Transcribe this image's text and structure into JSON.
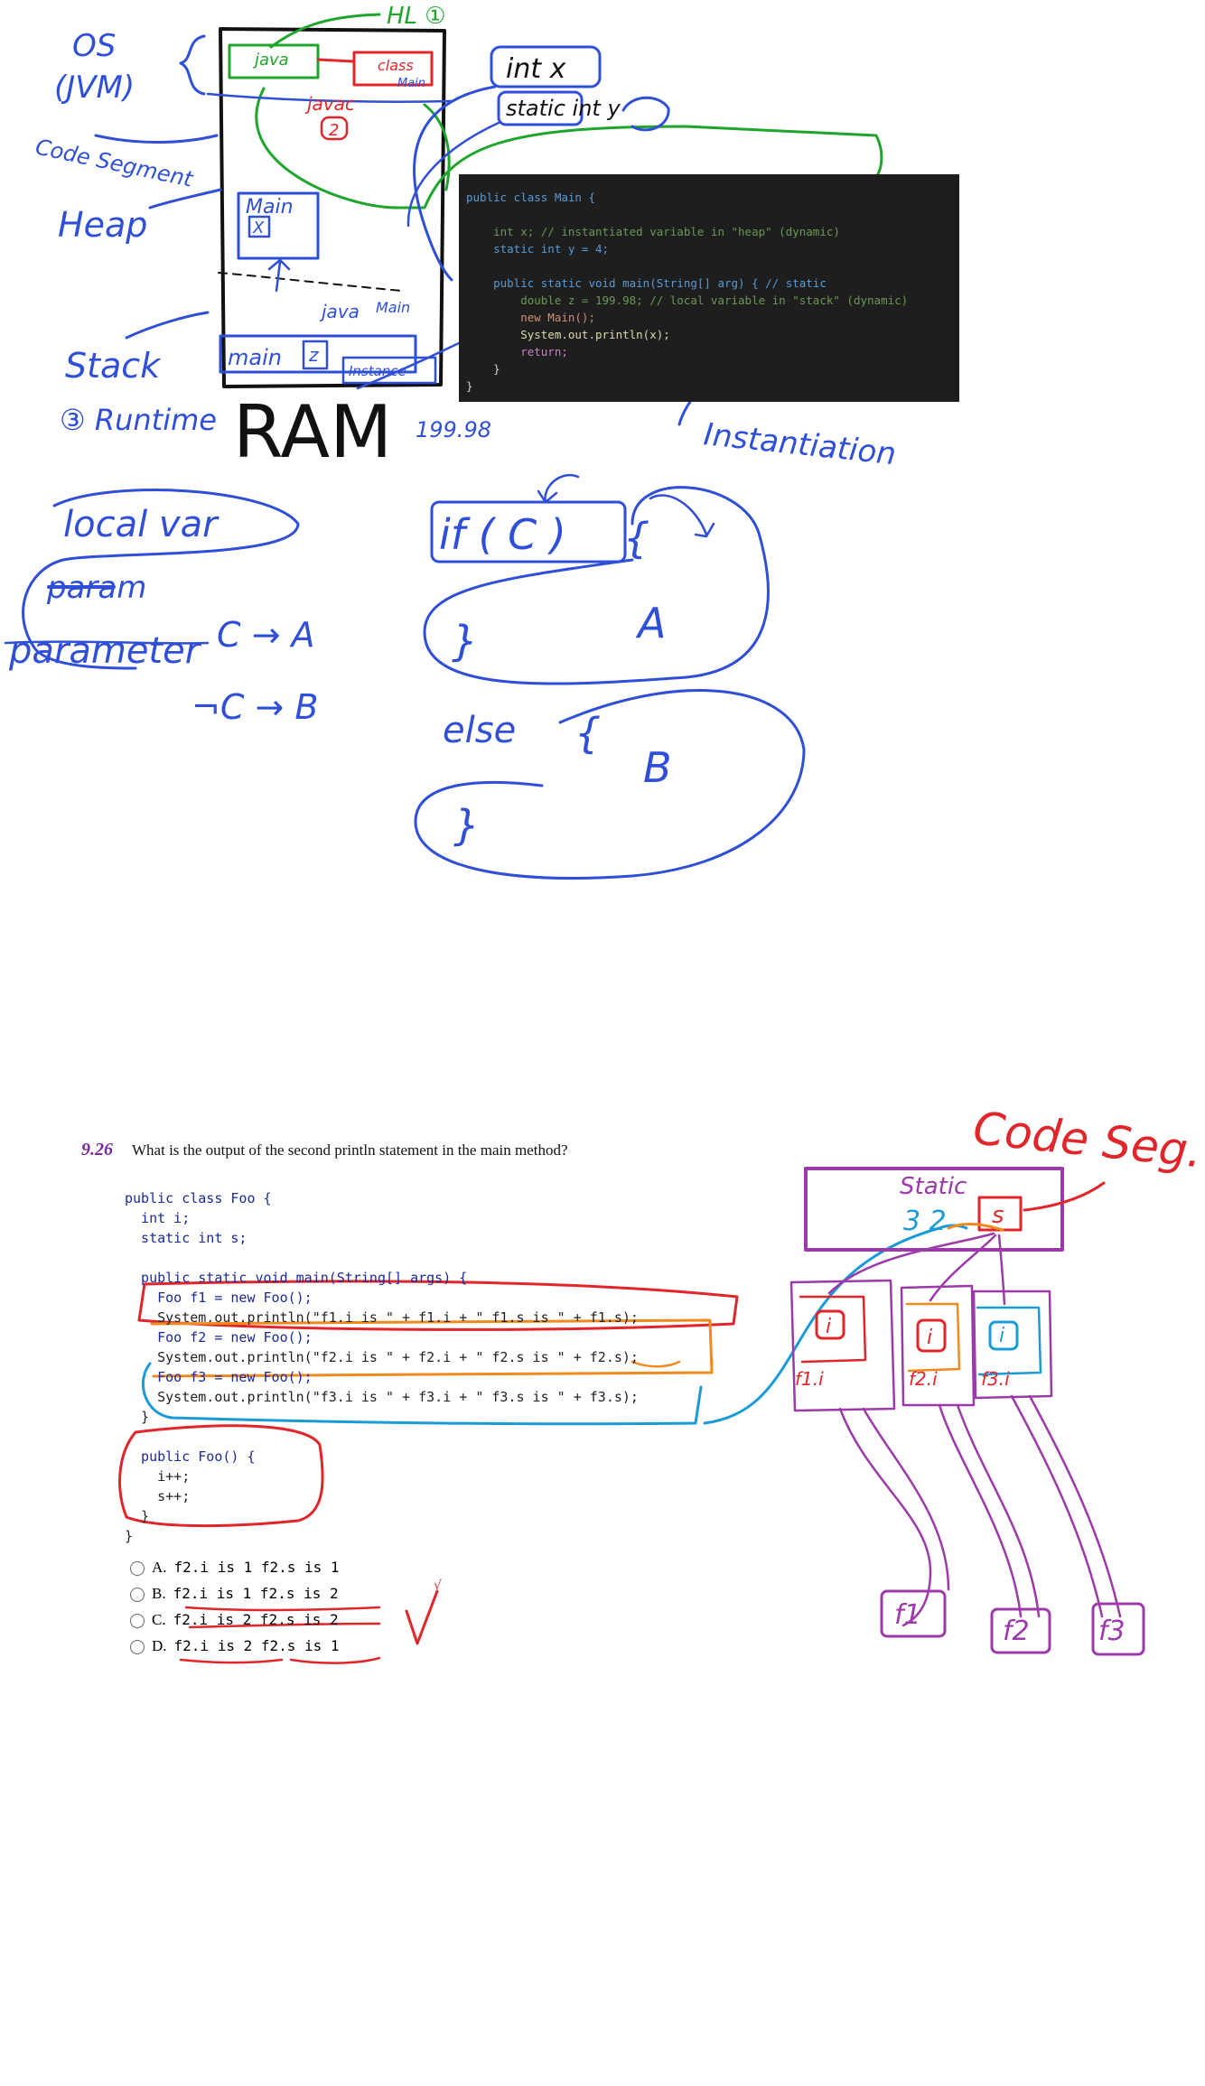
{
  "colors": {
    "ink_blue": "#2f4fd8",
    "ink_red": "#e0252b",
    "ink_green": "#1ea52c",
    "ink_orange": "#f08a1e",
    "ink_purple": "#9b3aa8",
    "ink_cyan": "#1b9ad8",
    "ink_black": "#111111",
    "code_bg": "#1e1e1e",
    "question_purple": "#7a2a9a"
  },
  "top_notes": {
    "hl": "HL ①",
    "os": "OS",
    "jvm": "(JVM)",
    "code_segment": "Code Segment",
    "heap": "Heap",
    "stack": "Stack",
    "runtime": "③ Runtime",
    "ram": "RAM",
    "java_top": "java",
    "javac": "javac",
    "javac_num": "2",
    "class_label": "class",
    "main_small": "Main",
    "heap_main": "Main",
    "heap_x": "X",
    "java_mid": "java",
    "main_mid": "Main",
    "stack_main": "main",
    "stack_z": "z",
    "stack_instance": "Instance",
    "value_19998": "199.98",
    "int_x": "int x",
    "static_int_y": "static int y",
    "instantiation": "Instantiation",
    "local_var": "local var",
    "param_struck": "param",
    "parameter": "parameter",
    "c_to_a": "C → A",
    "not_c_to_b": "¬C → B",
    "if_c": "if ( C )",
    "brace_open_1": "{",
    "brace_close_1": "}",
    "else_word": "else",
    "brace_open_2": "{",
    "brace_close_2": "}",
    "label_a": "A",
    "label_b": "B"
  },
  "code_panel": {
    "lines": [
      "public class Main {",
      "",
      "    int x; // instantiated variable in \"heap\" (dynamic)",
      "    static int y = 4;",
      "",
      "    public static void main(String[] arg) { // static",
      "        double z = 199.98; // local variable in \"stack\" (dynamic)",
      "        new Main();",
      "        System.out.println(x);",
      "        return;",
      "    }",
      "}"
    ]
  },
  "question": {
    "number": "9.26",
    "text": "What is the output of the second println statement in the main method?",
    "code_lines": [
      "public class Foo {",
      "  int i;",
      "  static int s;",
      "",
      "  public static void main(String[] args) {",
      "    Foo f1 = new Foo();",
      "    System.out.println(\"f1.i is \" + f1.i + \" f1.s is \" + f1.s);",
      "    Foo f2 = new Foo();",
      "    System.out.println(\"f2.i is \" + f2.i + \" f2.s is \" + f2.s);",
      "    Foo f3 = new Foo();",
      "    System.out.println(\"f3.i is \" + f3.i + \" f3.s is \" + f3.s);",
      "  }",
      "",
      "  public Foo() {",
      "    i++;",
      "    s++;",
      "  }",
      "}"
    ],
    "options": [
      {
        "letter": "A.",
        "text": "f2.i is 1 f2.s is 1"
      },
      {
        "letter": "B.",
        "text": "f2.i is 1 f2.s is 2"
      },
      {
        "letter": "C.",
        "text": "f2.i is 2 f2.s is 2"
      },
      {
        "letter": "D.",
        "text": "f2.i is 2 f2.s is 1"
      }
    ],
    "checkmark": "√"
  },
  "bottom_notes": {
    "code_seg": "Code Seg.",
    "static_label": "Static",
    "static_counts": "3 2",
    "s_box": "s",
    "i_1": "i",
    "i_2": "i",
    "i_3": "i",
    "f1_label": "f1.i",
    "f2_label": "f2.i",
    "f3_label": "f3.i",
    "f1": "f1",
    "f2": "f2",
    "f3": "f3"
  }
}
